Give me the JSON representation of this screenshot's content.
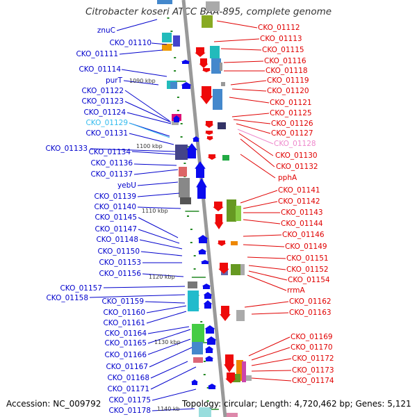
{
  "title": "Citrobacter koseri ATCC BAA-895, complete genome",
  "footer": {
    "accession": "Accession: NC_009792",
    "topology": "Topology: circular; Length: 4,720,462 bp; Genes: 5,121"
  },
  "colors": {
    "left_label": "#0000cc",
    "right_label": "#e00000",
    "left_highlight": "#33bbee",
    "right_highlight": "#ee88cc",
    "backbone": "#999999",
    "forward_arrow": "#0a0aee",
    "reverse_arrow": "#ee0a0a",
    "scale_tick": "#228822"
  },
  "kbp_labels": [
    "1090 kbp",
    "1100 kbp",
    "1110 kbp",
    "1120 kbp",
    "1130 kbp",
    "1140 kb"
  ],
  "left_labels": [
    "znuC",
    "CKO_01110",
    "CKO_01111",
    "CKO_01114",
    "purT",
    "CKO_01122",
    "CKO_01123",
    "CKO_01124",
    "CKO_01129",
    "CKO_01131",
    "CKO_01133",
    "CKO_01134",
    "CKO_01136",
    "CKO_01137",
    "yebU",
    "CKO_01139",
    "CKO_01140",
    "CKO_01145",
    "CKO_01147",
    "CKO_01148",
    "CKO_01150",
    "CKO_01153",
    "CKO_01156",
    "CKO_01157",
    "CKO_01158",
    "CKO_01159",
    "CKO_01160",
    "CKO_01161",
    "CKO_01164",
    "CKO_01165",
    "CKO_01166",
    "CKO_01167",
    "CKO_01168",
    "CKO_01171",
    "CKO_01175",
    "CKO_01178"
  ],
  "right_labels": [
    "CKO_01112",
    "CKO_01113",
    "CKO_01115",
    "CKO_01116",
    "CKO_01118",
    "CKO_01119",
    "CKO_01120",
    "CKO_01121",
    "CKO_01125",
    "CKO_01126",
    "CKO_01127",
    "CKO_01128",
    "CKO_01130",
    "CKO_01132",
    "pphA",
    "CKO_01141",
    "CKO_01142",
    "CKO_01143",
    "CKO_01144",
    "CKO_01146",
    "CKO_01149",
    "CKO_01151",
    "CKO_01152",
    "CKO_01154",
    "rrmA",
    "CKO_01162",
    "CKO_01163",
    "CKO_01169",
    "CKO_01170",
    "CKO_01172",
    "CKO_01173",
    "CKO_01174"
  ]
}
